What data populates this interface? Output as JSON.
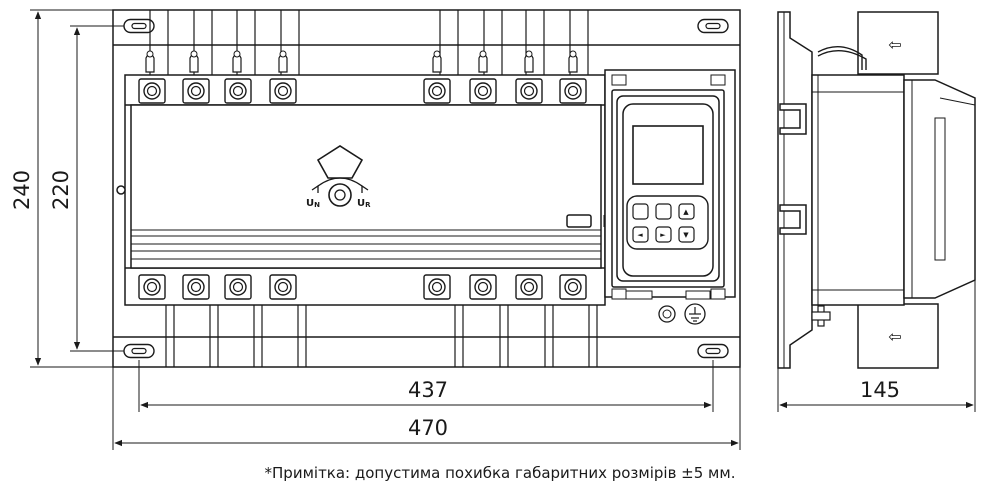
{
  "drawing": {
    "front_view": {
      "labels": {
        "un": "UN",
        "ur": "UR"
      },
      "display": {
        "keypad_arrows": [
          "▲",
          "◄",
          "►",
          "▼"
        ]
      }
    },
    "dimensions": {
      "width_mounting": "437",
      "width_overall": "470",
      "height_overall": "240",
      "height_mounting": "220",
      "depth": "145"
    },
    "side_view": {
      "arrow_glyph": "⇦"
    }
  },
  "note": "*Примітка: допустима похибка габаритних розмірів ±5 мм.",
  "colors": {
    "line": "#1a1a1a",
    "fill": "#ffffff",
    "panel": "#f2f2f2"
  }
}
